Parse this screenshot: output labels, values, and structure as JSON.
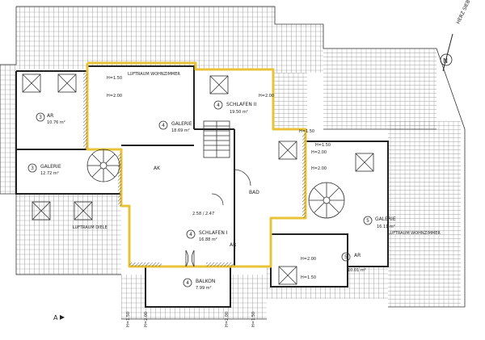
{
  "rooms": {
    "ar_left": {
      "num": "3",
      "name": "AR",
      "area": "10.76 m²"
    },
    "r3_lower": {
      "num": "3",
      "name": "GALERIE",
      "area": "12.72 m²"
    },
    "galerie_main": {
      "num": "4",
      "name": "GALERIE",
      "area": "18.69 m²"
    },
    "schlafen2": {
      "num": "4",
      "name": "SCHLAFEN II",
      "area": "19.50 m²"
    },
    "schlafen1": {
      "num": "4",
      "name": "SCHLAFEN I",
      "area": "16.88 m²"
    },
    "balkon": {
      "num": "4",
      "name": "BALKON",
      "area": "7.99 m²"
    },
    "galerie_right": {
      "num": "5",
      "name": "GALERIE",
      "area": "16.11 m²"
    },
    "ar_right": {
      "num": "5",
      "name": "AR",
      "area": "10.01 m²"
    }
  },
  "labels": {
    "luftraum_wohn": "LUFTRAUM WOHNZIMMER",
    "luftraum_diele": "LUFTRAUM DIELE",
    "luftraum_wohn_right": "LUFTRAUM WOHNZIMMER",
    "bad": "BAD",
    "ak": "AK",
    "ar_small": "AR",
    "h150": "H=1.50",
    "h200": "H=2.00",
    "h200b": "H=2.00",
    "h150b": "H=1.50",
    "h200c": "H=2.00",
    "h150c": "H=1.50",
    "h200d": "H=2.00",
    "h150d": "H=1.50",
    "h200e": "H=2.00",
    "h150_bot1": "H=1.50",
    "h200_bot1": "H=2.00",
    "h200_bot2": "H=2.00",
    "h150_bot2": "H=1.50",
    "section_mark": "A",
    "north": "N",
    "north_text": "HERZ SIEB",
    "stair_note": "2.58 / 2.47"
  }
}
